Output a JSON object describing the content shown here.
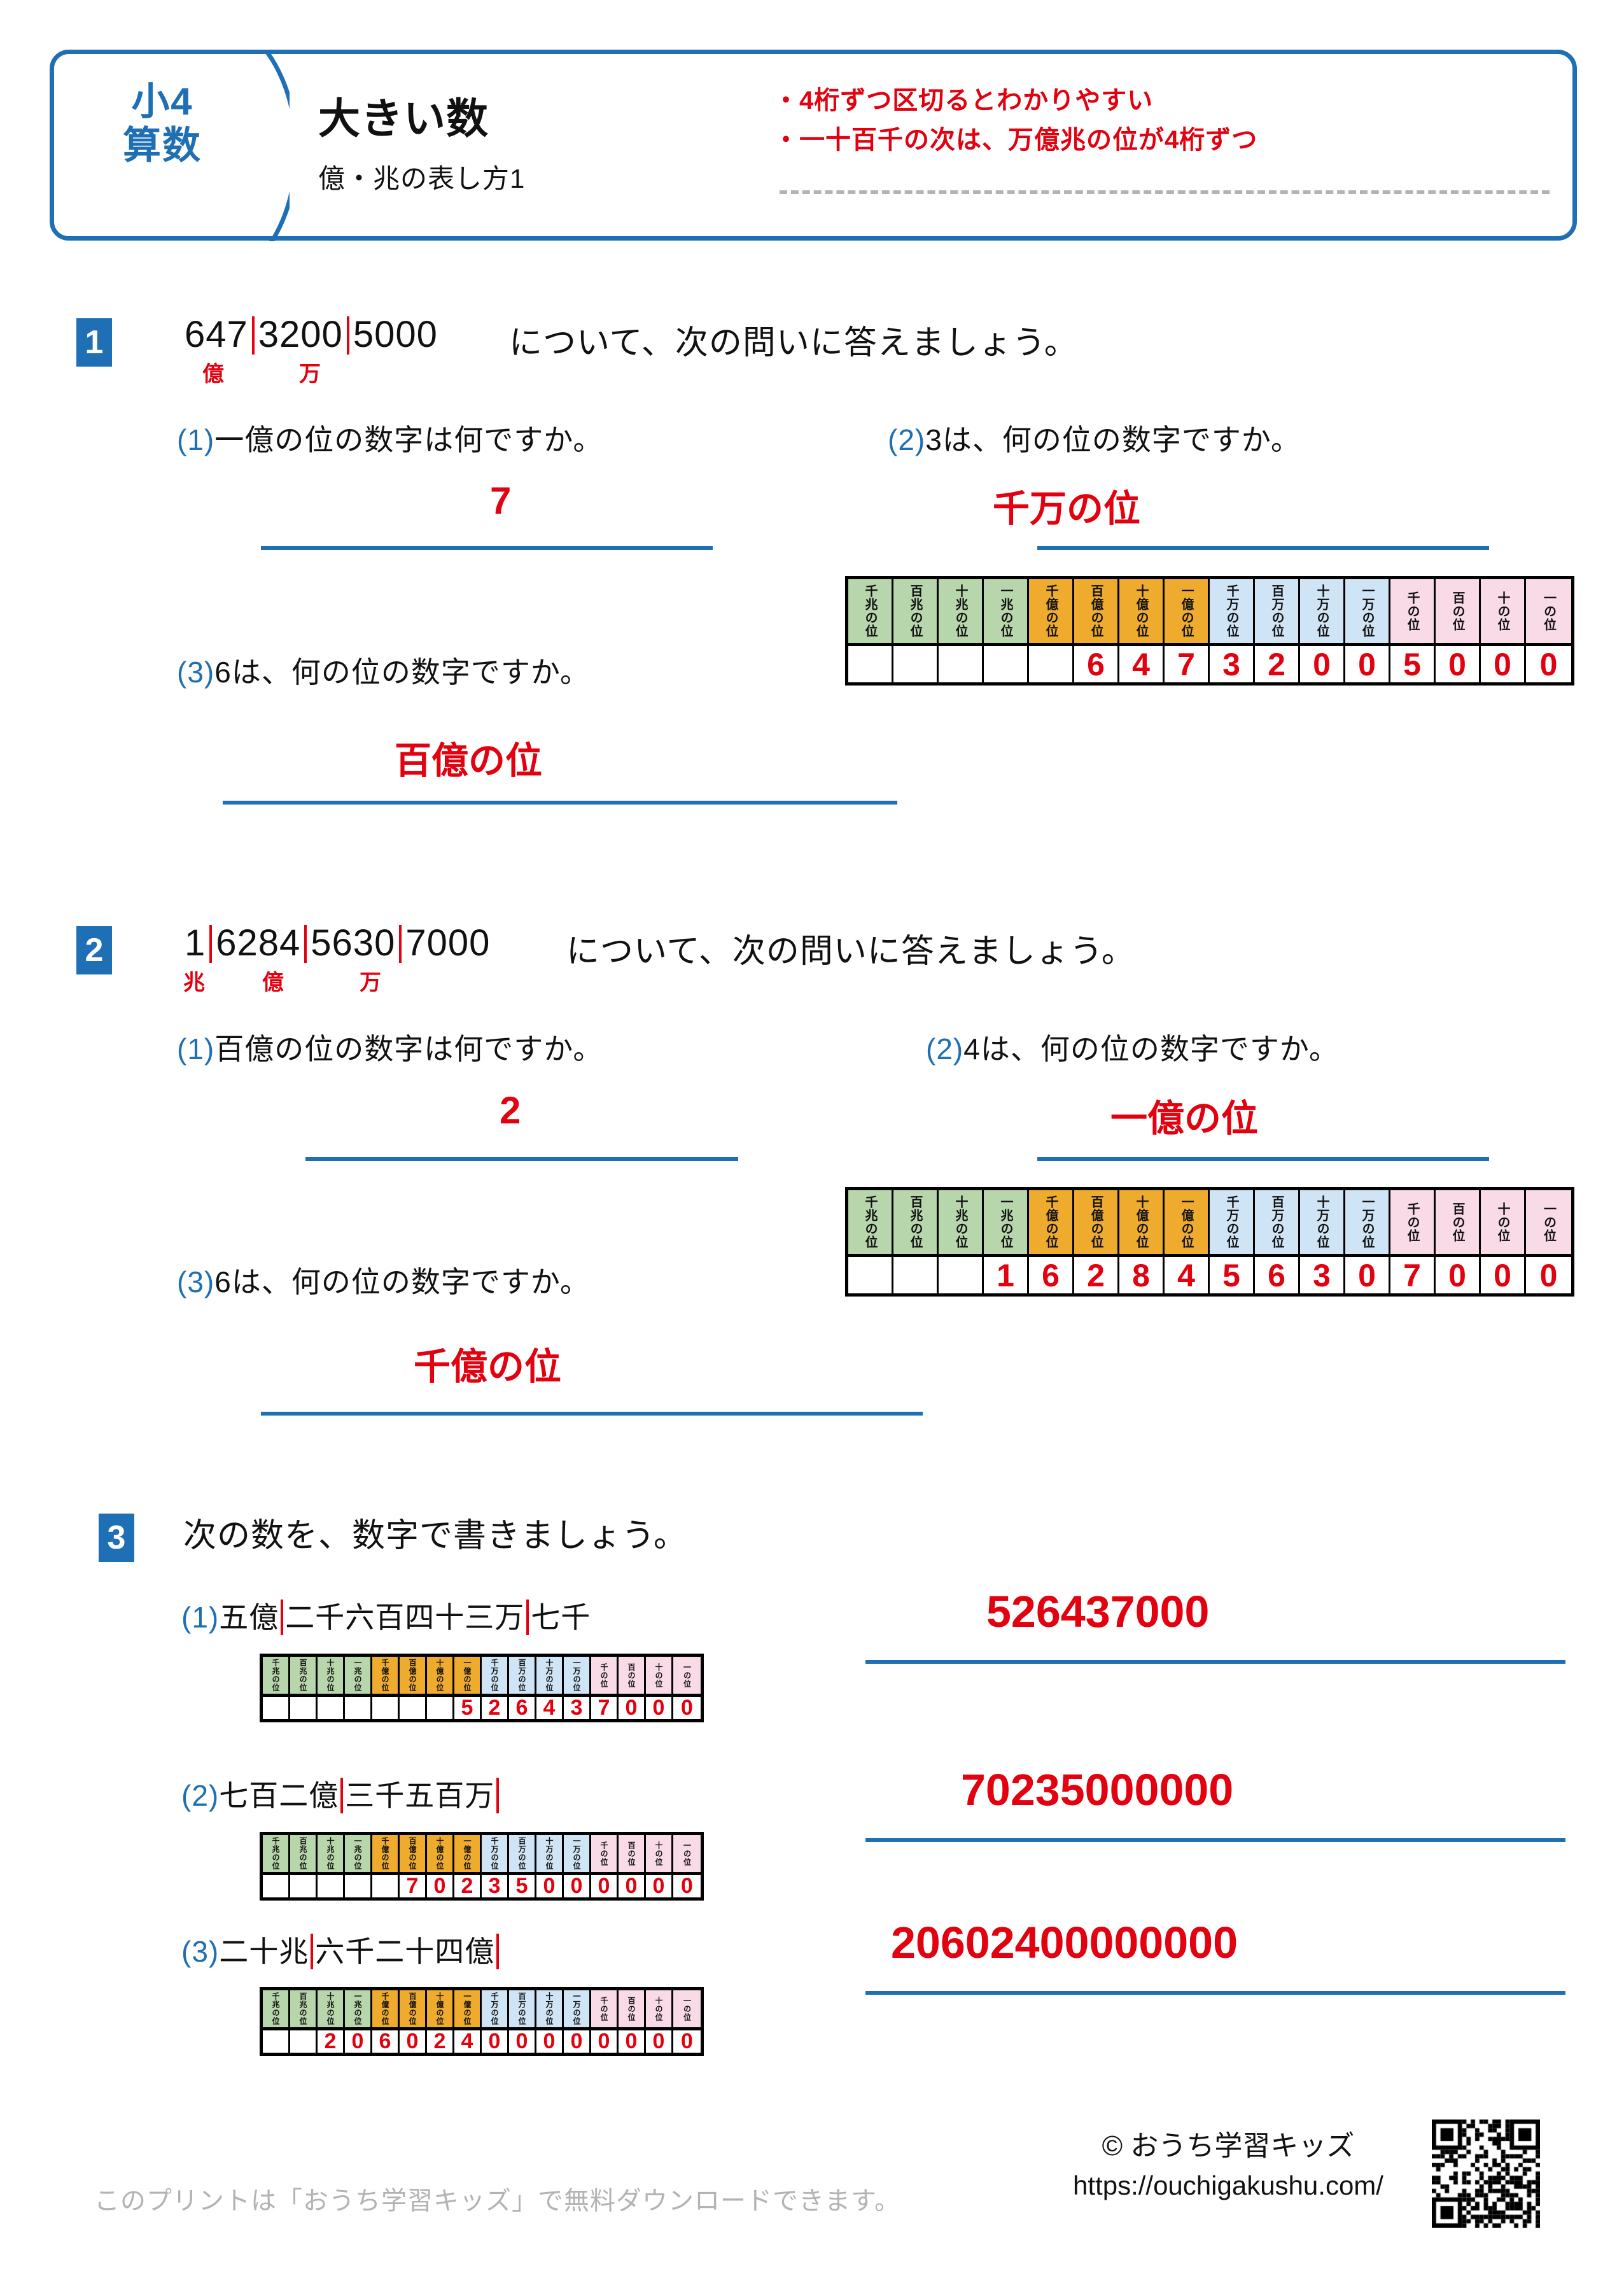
{
  "header": {
    "grade_line1": "小4",
    "grade_line2": "算数",
    "title": "大きい数",
    "subtitle": "億・兆の表し方1",
    "notes": [
      "・4桁ずつ区切るとわかりやすい",
      "・一十百千の次は、万億兆の位が4桁ずつ"
    ]
  },
  "colors": {
    "blue": "#1f6fb4",
    "red": "#e3000f",
    "green_cell": "#b8d6ab",
    "orange_cell": "#eeab2e",
    "lightblue_cell": "#cfe4f5",
    "pink_cell": "#f9dbe8",
    "gray_text": "#b3b3b3"
  },
  "place_labels": [
    "千兆の位",
    "百兆の位",
    "十兆の位",
    "一兆の位",
    "千億の位",
    "百億の位",
    "十億の位",
    "一億の位",
    "千万の位",
    "百万の位",
    "十万の位",
    "一万の位",
    "千の位",
    "百の位",
    "十の位",
    "一の位"
  ],
  "q1": {
    "number": "1",
    "number_parts": [
      "647",
      "3200",
      "5000"
    ],
    "prompt": "について、次の問いに答えましょう。",
    "marks": [
      "億",
      "万"
    ],
    "items": [
      {
        "label": "(1)",
        "text": "一億の位の数字は何ですか。",
        "answer": "7"
      },
      {
        "label": "(2)",
        "text": "3は、何の位の数字ですか。",
        "answer": "千万の位"
      },
      {
        "label": "(3)",
        "text": "6は、何の位の数字ですか。",
        "answer": "百億の位"
      }
    ],
    "table_digits": [
      "",
      "",
      "",
      "",
      "",
      "6",
      "4",
      "7",
      "3",
      "2",
      "0",
      "0",
      "5",
      "0",
      "0",
      "0"
    ]
  },
  "q2": {
    "number": "2",
    "number_parts": [
      "1",
      "6284",
      "5630",
      "7000"
    ],
    "prompt": "について、次の問いに答えましょう。",
    "marks": [
      "兆",
      "億",
      "万"
    ],
    "items": [
      {
        "label": "(1)",
        "text": "百億の位の数字は何ですか。",
        "answer": "2"
      },
      {
        "label": "(2)",
        "text": "4は、何の位の数字ですか。",
        "answer": "一億の位"
      },
      {
        "label": "(3)",
        "text": "6は、何の位の数字ですか。",
        "answer": "千億の位"
      }
    ],
    "table_digits": [
      "",
      "",
      "",
      "1",
      "6",
      "2",
      "8",
      "4",
      "5",
      "6",
      "3",
      "0",
      "7",
      "0",
      "0",
      "0"
    ]
  },
  "q3": {
    "number": "3",
    "prompt": "次の数を、数字で書きましょう。",
    "items": [
      {
        "label": "(1)",
        "kanji_parts": [
          "五億",
          "二千六百四十三万",
          "七千"
        ],
        "answer": "526437000",
        "table_digits": [
          "",
          "",
          "",
          "",
          "",
          "",
          "",
          "5",
          "2",
          "6",
          "4",
          "3",
          "7",
          "0",
          "0",
          "0"
        ]
      },
      {
        "label": "(2)",
        "kanji_parts": [
          "七百二億",
          "三千五百万",
          ""
        ],
        "answer": "70235000000",
        "table_digits": [
          "",
          "",
          "",
          "",
          "",
          "7",
          "0",
          "2",
          "3",
          "5",
          "0",
          "0",
          "0",
          "0",
          "0",
          "0"
        ]
      },
      {
        "label": "(3)",
        "kanji_parts": [
          "二十兆",
          "六千二十四億",
          ""
        ],
        "answer": "20602400000000",
        "table_digits": [
          "",
          "",
          "2",
          "0",
          "6",
          "0",
          "2",
          "4",
          "0",
          "0",
          "0",
          "0",
          "0",
          "0",
          "0",
          "0"
        ]
      }
    ]
  },
  "footer": {
    "left": "このプリントは「おうち学習キッズ」で無料ダウンロードできます。",
    "copyright": "© おうち学習キッズ",
    "url": "https://ouchigakushu.com/"
  }
}
